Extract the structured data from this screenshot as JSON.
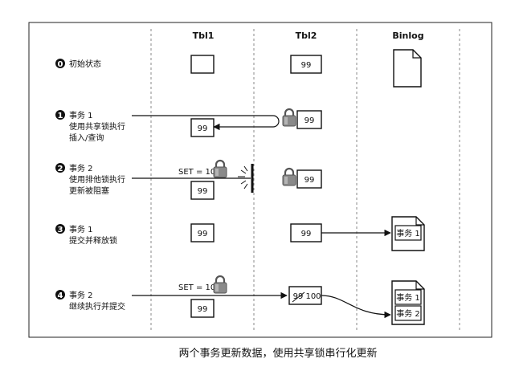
{
  "columns": {
    "tbl1": "Tbl1",
    "tbl2": "Tbl2",
    "binlog": "Binlog"
  },
  "steps": [
    {
      "num": "0",
      "lines": [
        "初始状态"
      ]
    },
    {
      "num": "1",
      "lines": [
        "事务 1",
        "使用共享锁执行",
        "插入/查询"
      ]
    },
    {
      "num": "2",
      "lines": [
        "事务 2",
        "使用排他锁执行",
        "更新被阻塞"
      ]
    },
    {
      "num": "3",
      "lines": [
        "事务 1",
        "提交并释放锁"
      ]
    },
    {
      "num": "4",
      "lines": [
        "事务 2",
        "继续执行并提交"
      ]
    }
  ],
  "values": {
    "v99": "99",
    "v100": "100",
    "set_stmt": "SET = 100"
  },
  "binlog_entries": {
    "row3": [
      "事务 1"
    ],
    "row4": [
      "事务 1",
      "事务 2"
    ]
  },
  "icons": {
    "lock": "padlock-icon",
    "document": "document-icon",
    "burst": "blocked-burst-icon"
  },
  "caption": "两个事务更新数据，使用共享锁串行化更新"
}
